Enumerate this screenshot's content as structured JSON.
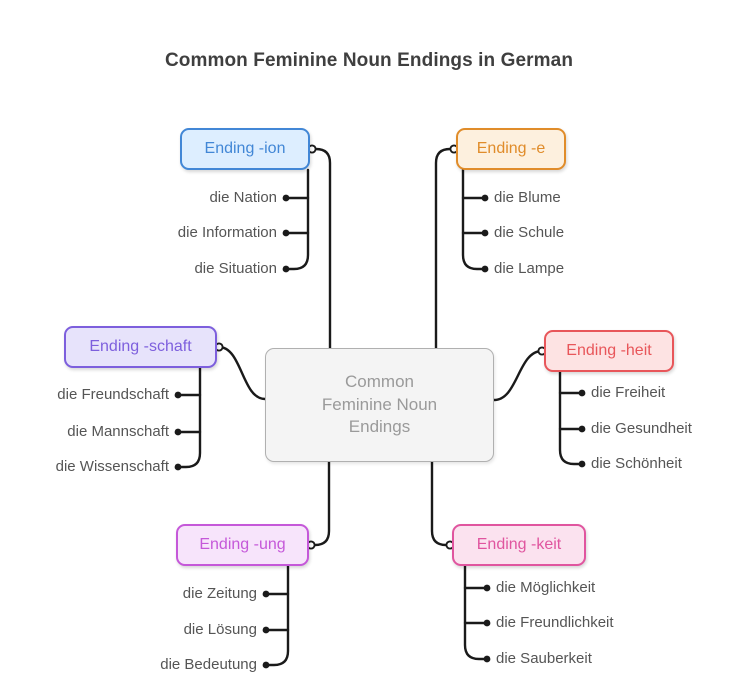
{
  "title": "Common Feminine Noun Endings in German",
  "center": {
    "lines": [
      "Common",
      "Feminine Noun",
      "Endings"
    ],
    "fill": "#f4f4f4",
    "border": "#b0b0b0",
    "text": "#9a9a9a"
  },
  "edge_color": "#1a1a1a",
  "branches": [
    {
      "id": "ion",
      "label": "Ending -ion",
      "side": "left",
      "color": "#4287d6",
      "fill": "#ddeeff",
      "items": [
        "die Nation",
        "die Information",
        "die Situation"
      ]
    },
    {
      "id": "e",
      "label": "Ending -e",
      "side": "right",
      "color": "#e08c2a",
      "fill": "#fdf0de",
      "items": [
        "die Blume",
        "die Schule",
        "die Lampe"
      ]
    },
    {
      "id": "schaft",
      "label": "Ending -schaft",
      "side": "left",
      "color": "#7d5fdd",
      "fill": "#e7e3fb",
      "items": [
        "die Freundschaft",
        "die Mannschaft",
        "die Wissenschaft"
      ]
    },
    {
      "id": "heit",
      "label": "Ending -heit",
      "side": "right",
      "color": "#e8565a",
      "fill": "#fde3e3",
      "items": [
        "die Freiheit",
        "die Gesundheit",
        "die Schönheit"
      ]
    },
    {
      "id": "ung",
      "label": "Ending -ung",
      "side": "left",
      "color": "#c558d9",
      "fill": "#f7e4fb",
      "items": [
        "die Zeitung",
        "die Lösung",
        "die Bedeutung"
      ]
    },
    {
      "id": "keit",
      "label": "Ending -keit",
      "side": "right",
      "color": "#e0559f",
      "fill": "#fbe2ef",
      "items": [
        "die Möglichkeit",
        "die Freundlichkeit",
        "die Sauberkeit"
      ]
    }
  ]
}
